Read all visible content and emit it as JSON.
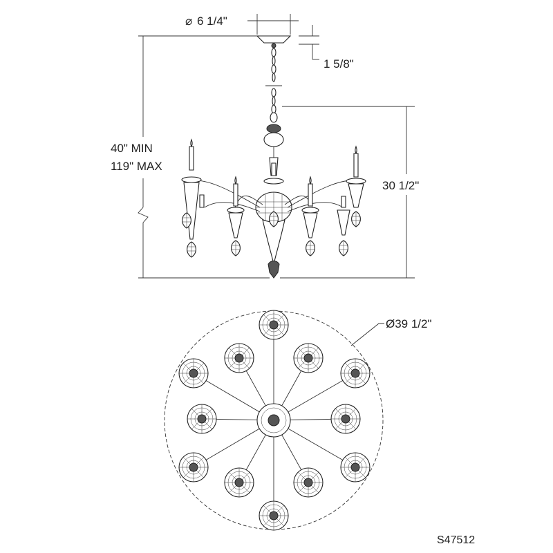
{
  "dimensions": {
    "canopy_diameter": "6 1/4\"",
    "canopy_height": "1 5/8\"",
    "overall_min": "40\" MIN",
    "overall_max": "119\" MAX",
    "fixture_height": "30 1/2\"",
    "fixture_diameter": "Ø39 1/2\""
  },
  "model_number": "S47512"
}
